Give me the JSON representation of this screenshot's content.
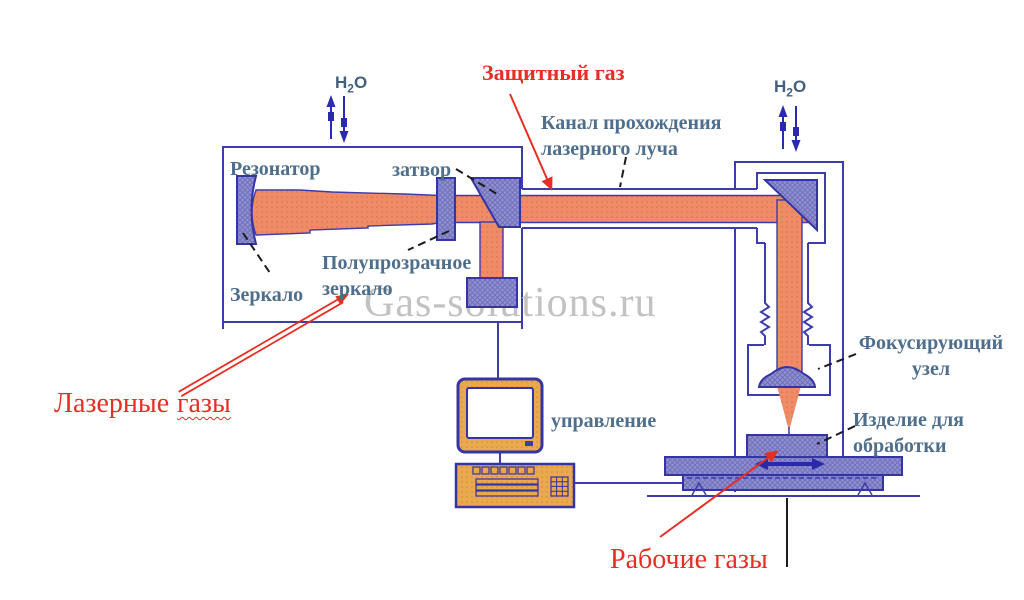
{
  "colors": {
    "accent_red": "#e52f25",
    "label_slate": "#4e6e8c",
    "outline_navy": "#3c3cab",
    "optics_purple": "#9191cf",
    "beam_orange": "#ef8b66",
    "device_orange": "#e9a94f",
    "watermark_gray": "#c2c2c2",
    "pointer_black": "#1c1c1c"
  },
  "labels": {
    "protective_gas": "Защитный газ",
    "beam_channel_line1": "Канал прохождения",
    "beam_channel_line2": "лазерного луча",
    "resonator": "Резонатор",
    "shutter": "затвор",
    "semitransparent_mirror_line1": "Полупрозрачное",
    "semitransparent_mirror_line2": "зеркало",
    "mirror": "Зеркало",
    "laser_gases_word1": "Лазерные",
    "laser_gases_word2": "газы",
    "control": "управление",
    "focusing_unit_line1": "Фокусирующий",
    "focusing_unit_line2": "узел",
    "workpiece_line1": "Изделие для",
    "workpiece_line2": "обработки",
    "working_gases": "Рабочие газы",
    "water": {
      "element": "H",
      "subscript": "2",
      "oxygen": "O"
    },
    "watermark": "Gas-solutions.ru"
  }
}
